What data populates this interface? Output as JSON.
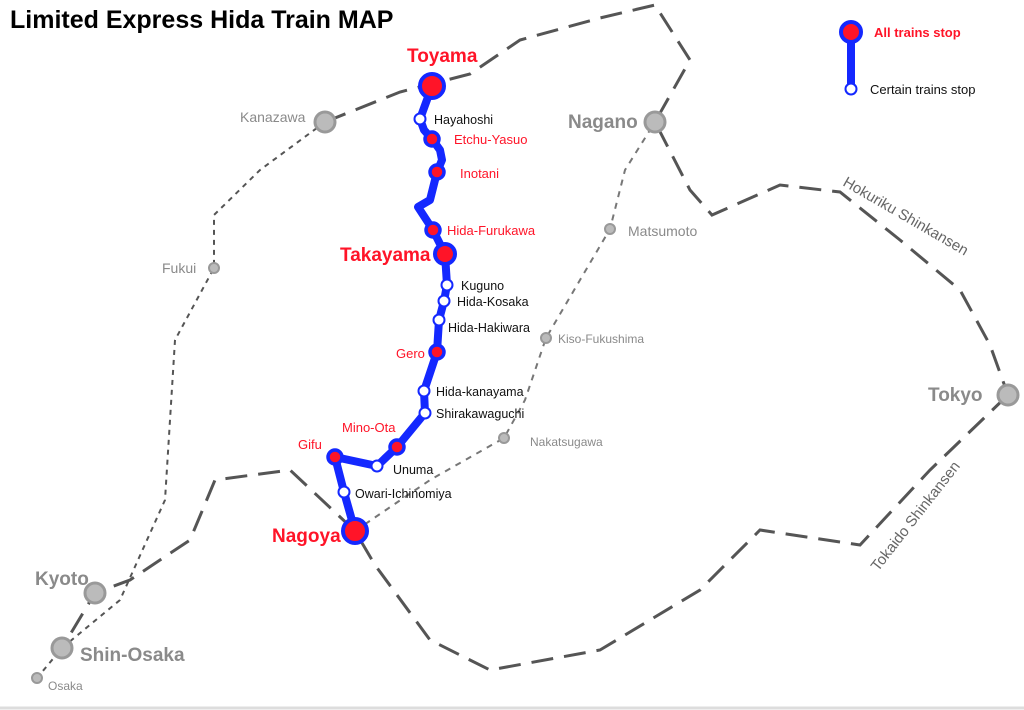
{
  "title": "Limited Express Hida Train MAP",
  "legend": {
    "all_stop": "All trains stop",
    "certain_stop": "Certain trains stop"
  },
  "colors": {
    "route": "#1428ff",
    "stop": "#ff1428",
    "other_lines": "#555555",
    "other_stations": "#aaaaaa"
  },
  "hida_stations": {
    "toyama": "Toyama",
    "hayahoshi": "Hayahoshi",
    "etchu_yasuo": "Etchu-Yasuo",
    "inotani": "Inotani",
    "hida_furukawa": "Hida-Furukawa",
    "takayama": "Takayama",
    "kuguno": "Kuguno",
    "hida_kosaka": "Hida-Kosaka",
    "hida_hakiwara": "Hida-Hakiwara",
    "gero": "Gero",
    "hida_kanayama": "Hida-kanayama",
    "shirakawaguchi": "Shirakawaguchi",
    "mino_ota": "Mino-Ota",
    "unuma": "Unuma",
    "gifu": "Gifu",
    "owari_ichinomiya": "Owari-Ichinomiya",
    "nagoya": "Nagoya"
  },
  "other_stations": {
    "kanazawa": "Kanazawa",
    "nagano": "Nagano",
    "matsumoto": "Matsumoto",
    "fukui": "Fukui",
    "kiso_fukushima": "Kiso-Fukushima",
    "nakatsugawa": "Nakatsugawa",
    "tokyo": "Tokyo",
    "kyoto": "Kyoto",
    "shin_osaka": "Shin-Osaka",
    "osaka": "Osaka"
  },
  "lines": {
    "hokuriku": "Hokuriku Shinkansen",
    "tokaido": "Tokaido Shinkansen"
  }
}
